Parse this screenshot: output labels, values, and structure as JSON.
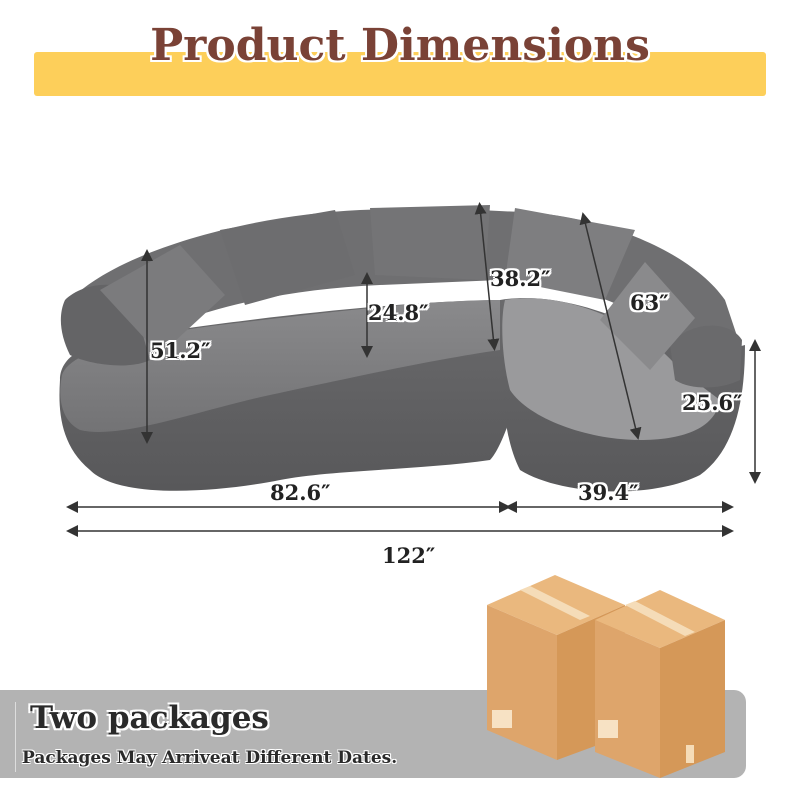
{
  "header": {
    "title": "Product Dimensions",
    "banner_color": "#fdcf5a",
    "title_color": "#7a4236"
  },
  "product": {
    "name": "curved sectional sofa",
    "color": "#6e6e70",
    "pillows": 5
  },
  "dimensions": {
    "back_height_left": "51.2″",
    "seat_depth": "24.8″",
    "chaise_back_depth": "38.2″",
    "chaise_length": "63″",
    "seat_height": "25.6″",
    "main_width": "82.6″",
    "chaise_width": "39.4″",
    "total_width": "122″"
  },
  "footer": {
    "title": "Two packages",
    "subtitle": "Packages May Arriveat Different Dates.",
    "background": "#b3b3b3",
    "box_count": 2,
    "box_color": "#e0a66a"
  }
}
